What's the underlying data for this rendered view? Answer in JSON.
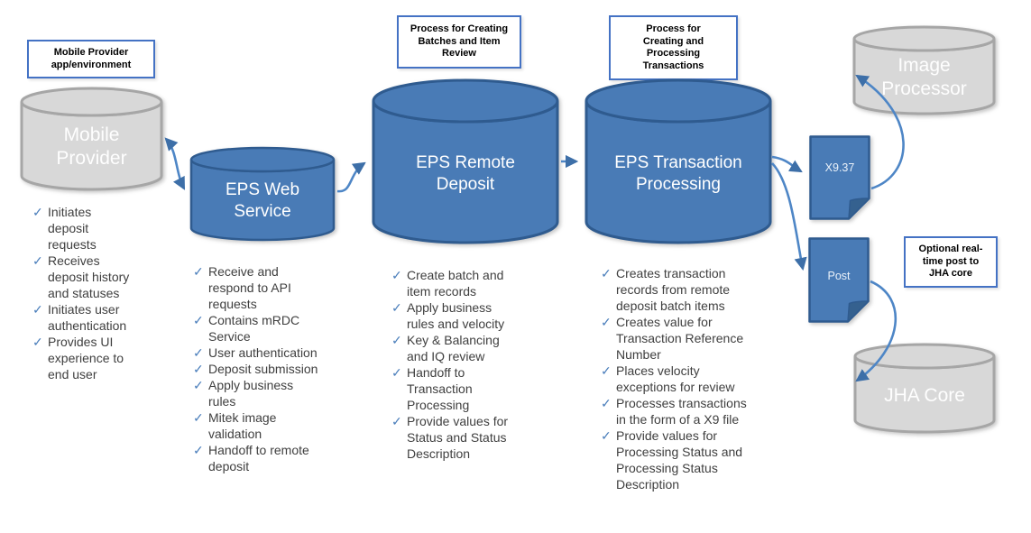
{
  "icons": {
    "check": "✓"
  },
  "annotations": {
    "mobile_env": "Mobile Provider app/environment",
    "batches": "Process for Creating Batches and Item Review",
    "transactions": "Process for Creating and Processing Transactions",
    "optional_post": "Optional real-time post to JHA core"
  },
  "nodes": {
    "mobile_provider": {
      "label": "Mobile Provider"
    },
    "eps_web_service": {
      "label": "EPS Web Service"
    },
    "eps_remote_deposit": {
      "label": "EPS Remote Deposit"
    },
    "eps_transaction_processing": {
      "label": "EPS Transaction Processing"
    },
    "image_processor": {
      "label": "Image Processor"
    },
    "jha_core": {
      "label": "JHA Core"
    },
    "x937_file": {
      "label": "X9.37"
    },
    "post_file": {
      "label": "Post"
    }
  },
  "checklists": {
    "mobile_provider": {
      "items": [
        "Initiates deposit requests",
        "Receives deposit history and statuses",
        "Initiates user authentication",
        "Provides UI experience to end user"
      ]
    },
    "eps_web_service": {
      "items": [
        "Receive and respond to API requests",
        "Contains mRDC Service",
        "User authentication",
        "Deposit submission",
        "Apply business rules",
        "Mitek image validation",
        "Handoff to remote deposit"
      ]
    },
    "eps_remote_deposit": {
      "items": [
        "Create batch and item records",
        "Apply business rules and velocity",
        "Key & Balancing and IQ review",
        "Handoff to Transaction Processing",
        "Provide values for Status and Status Description"
      ]
    },
    "eps_transaction_processing": {
      "items": [
        "Creates transaction records from remote deposit batch items",
        "Creates value for Transaction Reference Number",
        "Places velocity exceptions for review",
        "Processes transactions in the form of a X9 file",
        "Provide values for Processing Status and Processing Status Description"
      ]
    }
  },
  "colors": {
    "cylinder_blue": "#497BB6",
    "cylinder_blue_stroke": "#2F5B8F",
    "cylinder_gray": "#D8D8D8",
    "cylinder_gray_stroke": "#A6A6A6",
    "arrow_blue": "#4E86C6",
    "arrowhead_blue": "#3D6FA8",
    "annotation_border": "#4472C4",
    "check_blue": "#4A7EBB"
  }
}
